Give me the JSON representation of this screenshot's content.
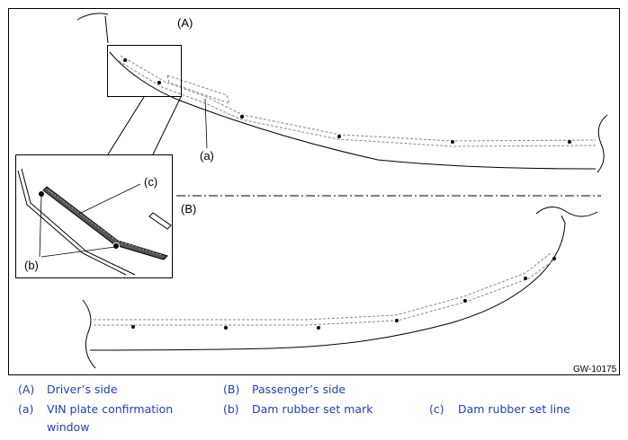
{
  "figure": {
    "code": "GW-10175",
    "labels": {
      "A": "(A)",
      "B": "(B)",
      "a": "(a)",
      "b": "(b)",
      "c": "(c)"
    }
  },
  "legend": [
    {
      "key": "(A)",
      "text": "Driver’s side"
    },
    {
      "key": "(B)",
      "text": "Passenger’s side"
    },
    {
      "key": "(a)",
      "text": "VIN plate confirmation window"
    },
    {
      "key": "(b)",
      "text": "Dam rubber set mark"
    },
    {
      "key": "(c)",
      "text": "Dam rubber set line"
    }
  ]
}
